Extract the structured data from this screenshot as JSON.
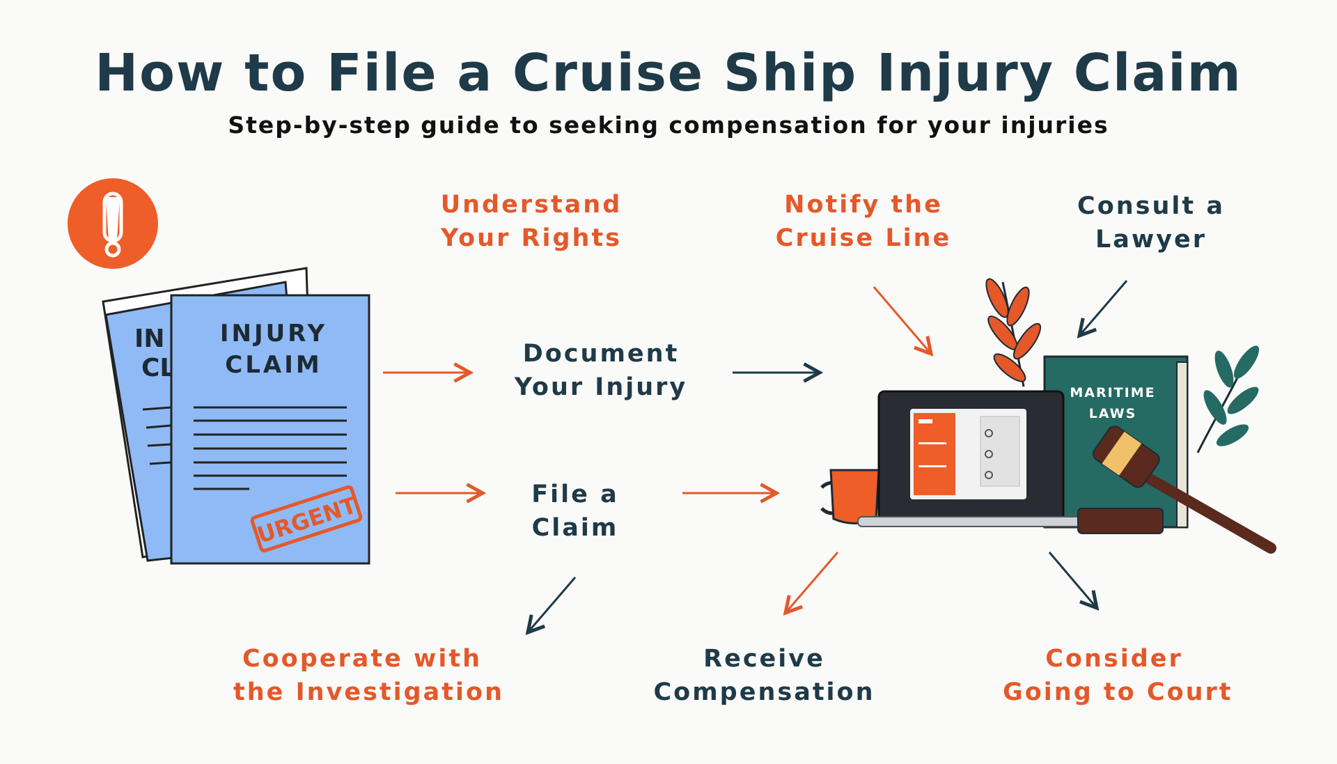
{
  "title": "How to File a Cruise Ship Injury Claim",
  "subtitle": "Step-by-step guide to seeking compensation for your injuries",
  "steps": {
    "understand": {
      "line1": "Understand",
      "line2": "Your Rights"
    },
    "notify": {
      "line1": "Notify the",
      "line2": "Cruise Line"
    },
    "consult": {
      "line1": "Consult a",
      "line2": "Lawyer"
    },
    "document": {
      "line1": "Document",
      "line2": "Your Injury"
    },
    "file": {
      "line1": "File a",
      "line2": "Claim"
    },
    "cooperate": {
      "line1": "Cooperate with",
      "line2": "the Investigation"
    },
    "receive": {
      "line1": "Receive",
      "line2": "Compensation"
    },
    "court": {
      "line1": "Consider",
      "line2": "Going to Court"
    }
  },
  "illustration": {
    "claim_doc_back": "IN CL",
    "claim_doc_title_1": "INJURY",
    "claim_doc_title_2": "CLAIM",
    "stamp": "URGENT",
    "book_title_1": "MARITIME",
    "book_title_2": "LAWS",
    "alert_icon": "exclamation-icon"
  },
  "colors": {
    "accent_orange": "#e4582a",
    "navy": "#1f3a48",
    "paper_blue": "#8fbaf5",
    "teal_book": "#256a63"
  }
}
